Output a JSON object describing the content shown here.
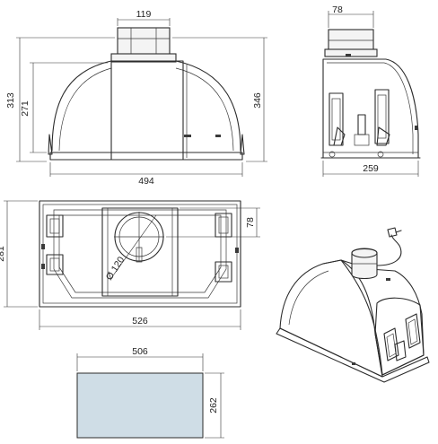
{
  "colors": {
    "line": "#2b2b2b",
    "cutout_fill": "#cfdde6",
    "background": "#ffffff"
  },
  "views": {
    "front": {
      "dim_width": "494",
      "dim_height_total": "313",
      "dim_height_body": "271",
      "dim_height_right": "346",
      "dim_duct": "119"
    },
    "side": {
      "dim_duct": "78",
      "dim_depth": "259"
    },
    "top": {
      "dim_width": "526",
      "dim_depth": "281",
      "dim_duct_offset": "78",
      "dim_duct_diameter": "Ø 120"
    },
    "cutout": {
      "dim_width": "506",
      "dim_depth": "262"
    }
  }
}
